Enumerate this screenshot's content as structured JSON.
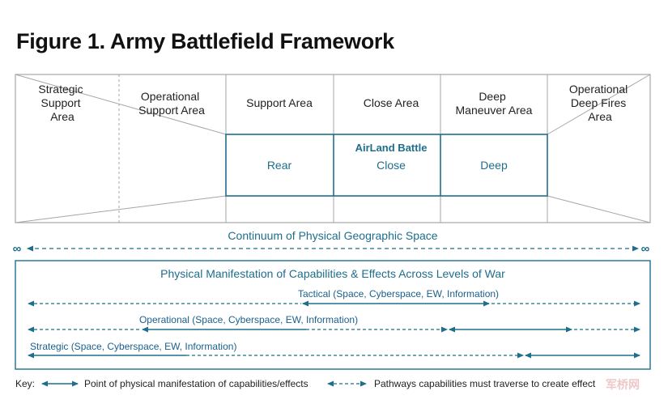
{
  "title": "Figure 1. Army Battlefield Framework",
  "colors": {
    "teal": "#1e6e8c",
    "grid": "#a6a6a6",
    "text": "#222222"
  },
  "zones": [
    {
      "lines": [
        "Strategic",
        "Support",
        "Area"
      ]
    },
    {
      "lines": [
        "Operational",
        "Support Area"
      ]
    },
    {
      "lines": [
        "Support Area"
      ]
    },
    {
      "lines": [
        "Close Area"
      ]
    },
    {
      "lines": [
        "Deep",
        "Maneuver Area"
      ]
    },
    {
      "lines": [
        "Operational",
        "Deep Fires",
        "Area"
      ]
    }
  ],
  "airland": {
    "heading": "AirLand Battle",
    "cells": [
      "Rear",
      "Close",
      "Deep"
    ]
  },
  "continuum": {
    "label": "Continuum of Physical Geographic Space",
    "end_symbol": "∞"
  },
  "capabilities": {
    "heading": "Physical Manifestation of Capabilities & Effects Across Levels of War",
    "levels": [
      {
        "label": "Tactical (Space, Cyberspace, EW, Information)"
      },
      {
        "label": "Operational (Space, Cyberspace, EW, Information)"
      },
      {
        "label": "Strategic (Space, Cyberspace, EW, Information)"
      }
    ]
  },
  "key": {
    "label": "Key:",
    "solid": "Point of physical manifestation of capabilities/effects",
    "dashed": "Pathways capabilities must traverse to create effect"
  },
  "watermark": "军桥网"
}
